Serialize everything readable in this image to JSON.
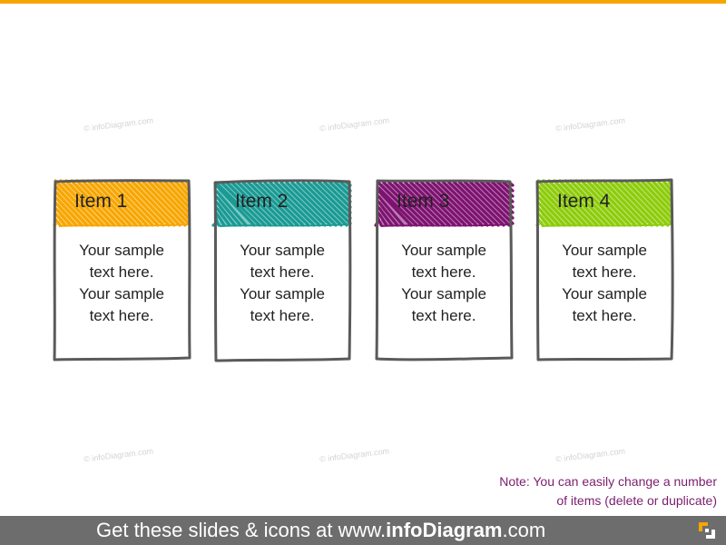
{
  "watermark": "© infoDiagram.com",
  "cards": [
    {
      "title": "Item 1",
      "text_lines": [
        "Your sample",
        "text here.",
        "Your sample",
        "text here."
      ],
      "color": "#f7a600"
    },
    {
      "title": "Item 2",
      "text_lines": [
        "Your sample",
        "text here.",
        "Your sample",
        "text here."
      ],
      "color": "#1a9a94"
    },
    {
      "title": "Item 3",
      "text_lines": [
        "Your sample",
        "text here.",
        "Your sample",
        "text here."
      ],
      "color": "#7e1270"
    },
    {
      "title": "Item 4",
      "text_lines": [
        "Your sample",
        "text here.",
        "Your sample",
        "text here."
      ],
      "color": "#8dcc0a"
    }
  ],
  "note": {
    "line1": "Note: You can easily change a number",
    "line2": "of items (delete or duplicate)"
  },
  "footer": {
    "prefix": "Get these slides & icons at www.",
    "brand": "infoDiagram",
    "suffix": ".com"
  },
  "colors": {
    "accent_orange": "#f7a600",
    "note_purple": "#7b1e6e",
    "footer_bg": "#6d6d6d",
    "frame_gray": "#5a5a5a"
  }
}
